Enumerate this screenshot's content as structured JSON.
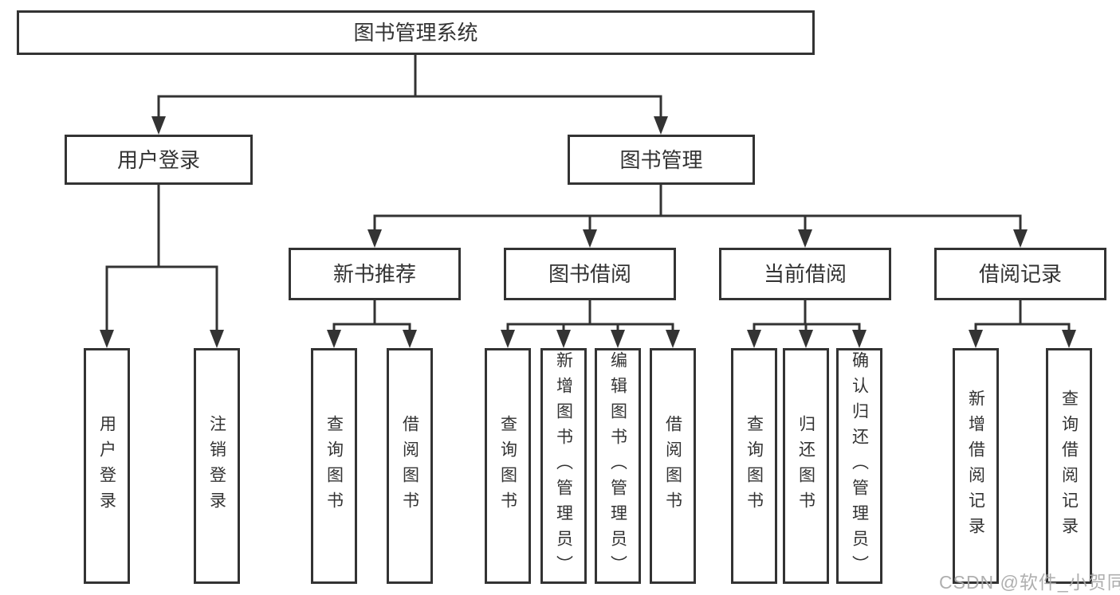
{
  "diagram": {
    "root": {
      "label": "图书管理系统"
    },
    "level2": [
      {
        "label": "用户登录"
      },
      {
        "label": "图书管理"
      }
    ],
    "level3": [
      {
        "label": "新书推荐"
      },
      {
        "label": "图书借阅"
      },
      {
        "label": "当前借阅"
      },
      {
        "label": "借阅记录"
      }
    ],
    "leaves_user_login": [
      {
        "label": "用户登录"
      },
      {
        "label": "注销登录"
      }
    ],
    "leaves_new_book": [
      {
        "label": "查询图书"
      },
      {
        "label": "借阅图书"
      }
    ],
    "leaves_book_borrow": [
      {
        "label": "查询图书"
      },
      {
        "label": "新增图书（管理员）"
      },
      {
        "label": "编辑图书（管理员）"
      },
      {
        "label": "借阅图书"
      }
    ],
    "leaves_current_borrow": [
      {
        "label": "查询图书"
      },
      {
        "label": "归还图书"
      },
      {
        "label": "确认归还（管理员）"
      }
    ],
    "leaves_borrow_record": [
      {
        "label": "新增借阅记录"
      },
      {
        "label": "查询借阅记录"
      }
    ]
  },
  "watermark": {
    "text": "CSDN @软件_小贺同学"
  },
  "colors": {
    "line": "#333333",
    "box_border": "#333333",
    "box_fill": "#ffffff",
    "text": "#333333",
    "background": "#ffffff",
    "watermark": "#a8a8a8"
  }
}
